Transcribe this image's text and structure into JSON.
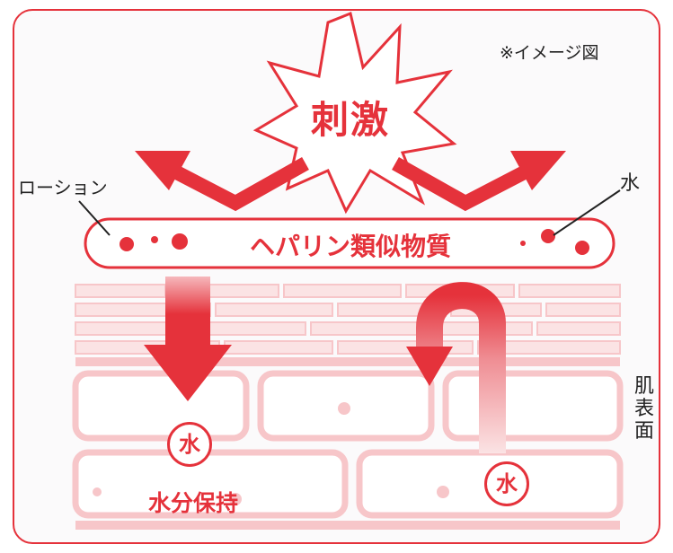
{
  "note": "※イメージ図",
  "stimulus_label": "刺激",
  "lotion_label": "ローション",
  "water_label": "水",
  "heparin_label": "ヘパリン類似物質",
  "skin_label": "肌表面",
  "water_circle_left": "水",
  "water_circle_right": "水",
  "retention_label": "水分保持",
  "colors": {
    "accent_red": "#e5323b",
    "skin_pink": "#f7c6c9",
    "skin_light": "#fbe3e4"
  }
}
